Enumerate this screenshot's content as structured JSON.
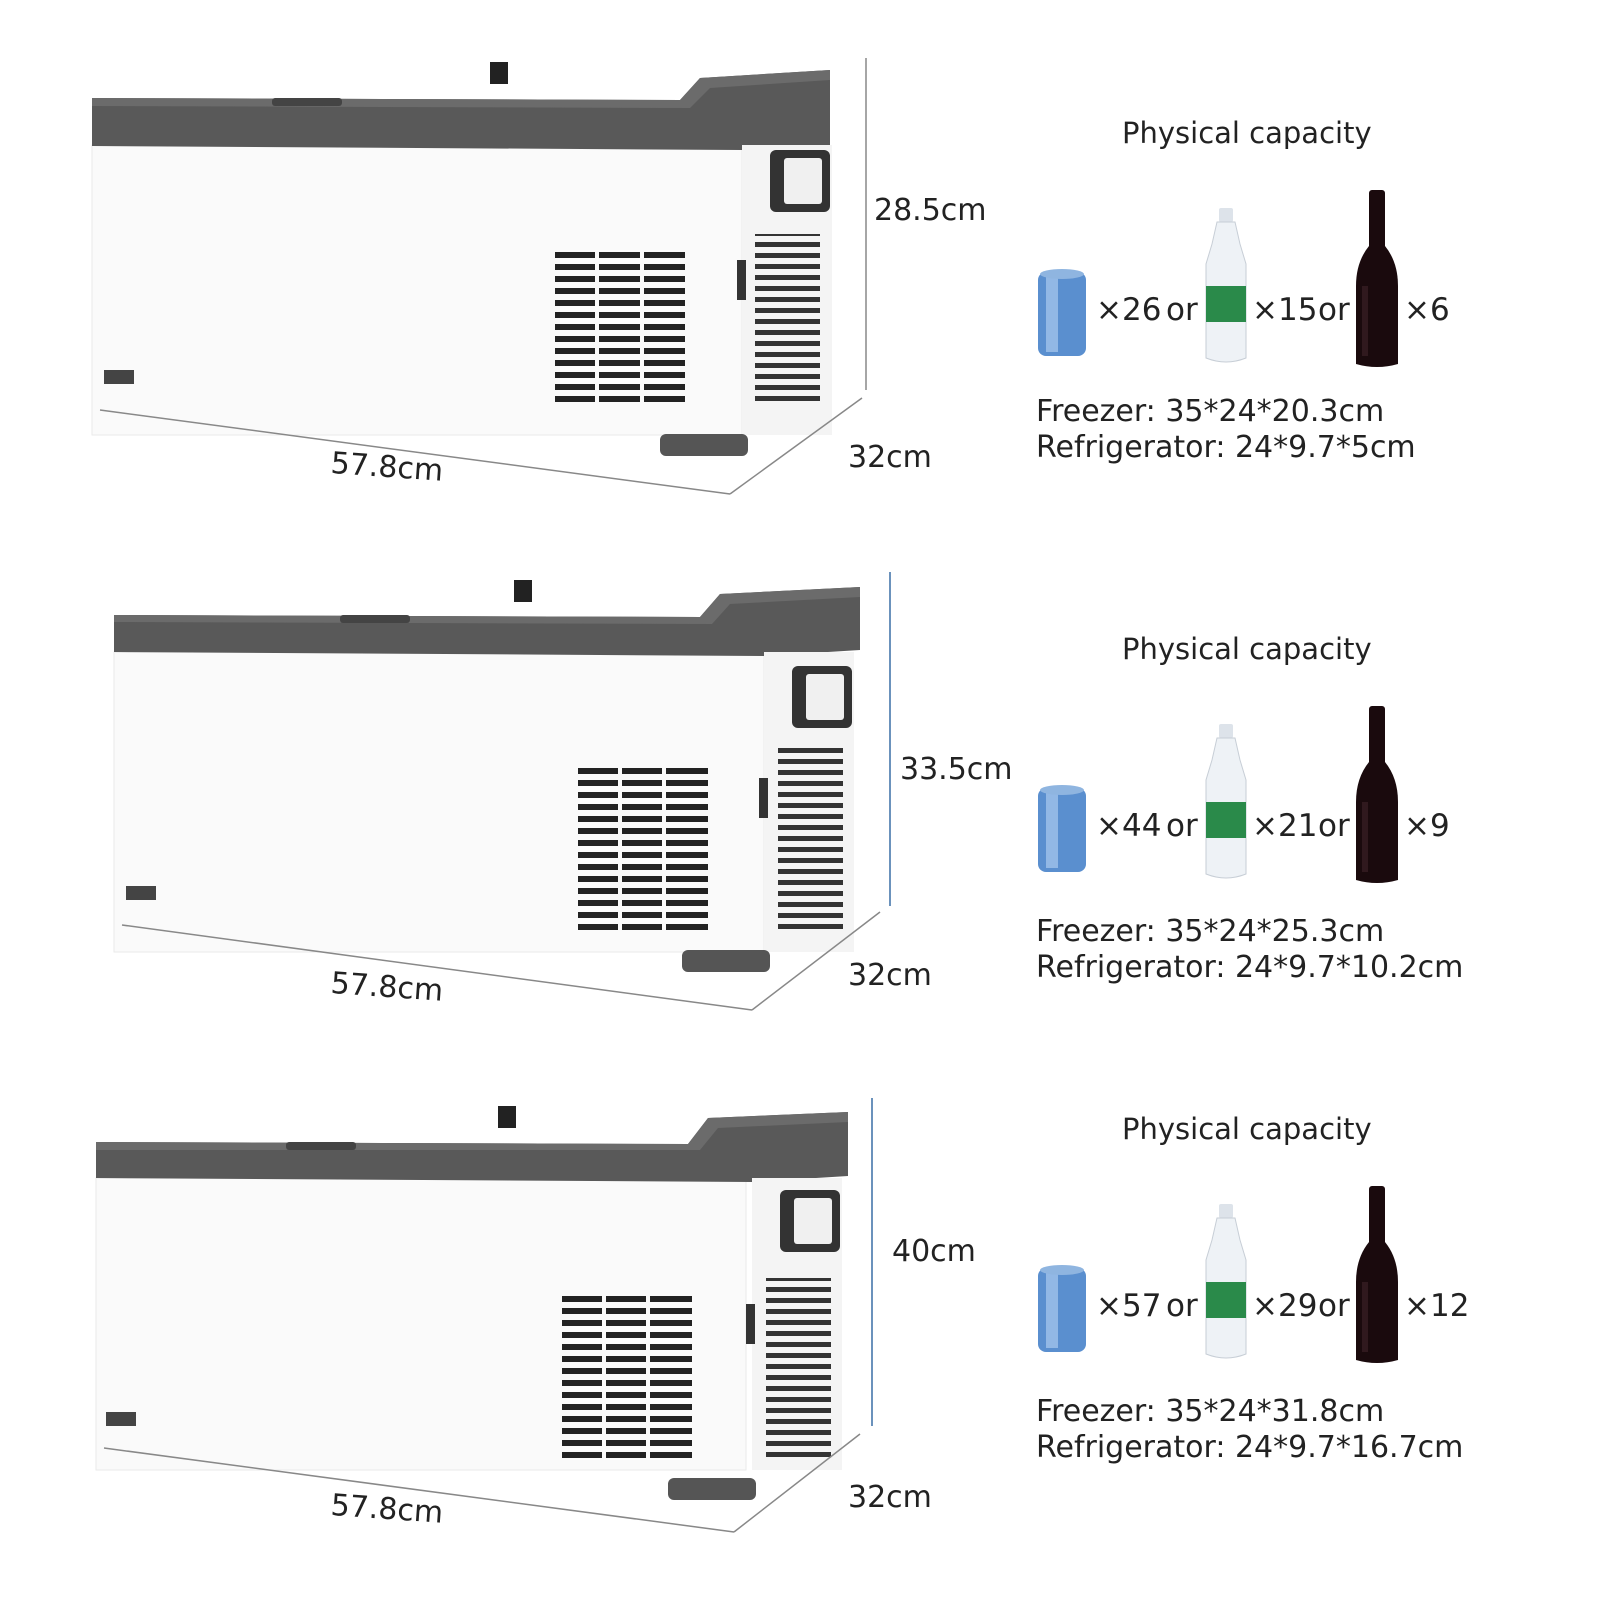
{
  "colors": {
    "lid": "#595959",
    "body": "#ffffff",
    "vent": "#222222",
    "can": "#5a8fcf",
    "bottle_label": "#2a8a4a",
    "wine": "#1a0a0d"
  },
  "models": [
    {
      "length": "57.8cm",
      "depth": "32cm",
      "height": "28.5cm",
      "capacity_title": "Physical capacity",
      "cans": "×26",
      "water_bottles": "×15",
      "wine_bottles": "×6",
      "or_label": "or",
      "freezer": "Freezer: 35*24*20.3cm",
      "refrigerator": "Refrigerator: 24*9.7*5cm"
    },
    {
      "length": "57.8cm",
      "depth": "32cm",
      "height": "33.5cm",
      "capacity_title": "Physical capacity",
      "cans": "×44",
      "water_bottles": "×21",
      "wine_bottles": "×9",
      "or_label": "or",
      "freezer": "Freezer: 35*24*25.3cm",
      "refrigerator": "Refrigerator: 24*9.7*10.2cm"
    },
    {
      "length": "57.8cm",
      "depth": "32cm",
      "height": "40cm",
      "capacity_title": "Physical capacity",
      "cans": "×57",
      "water_bottles": "×29",
      "wine_bottles": "×12",
      "or_label": "or",
      "freezer": "Freezer: 35*24*31.8cm",
      "refrigerator": "Refrigerator: 24*9.7*16.7cm"
    }
  ]
}
